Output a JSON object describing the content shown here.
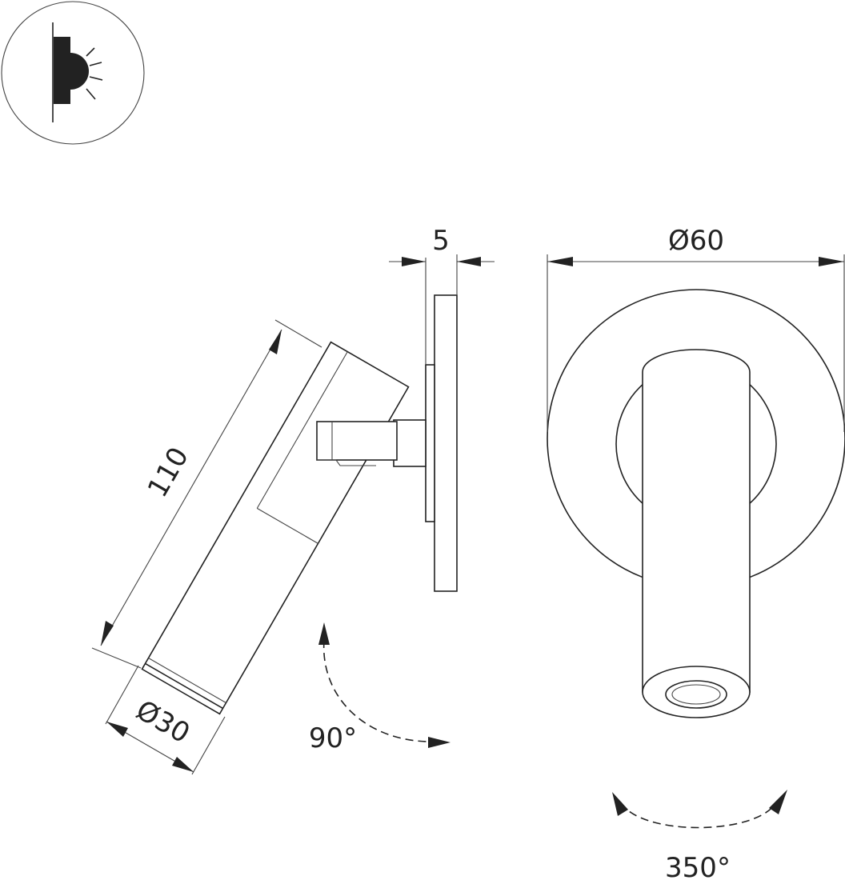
{
  "icon": {
    "name": "wall-light-direction-icon"
  },
  "dimensions": {
    "plate_thickness": "5",
    "plate_diameter": "Ø60",
    "length": "110",
    "body_diameter": "Ø30"
  },
  "rotation": {
    "tilt": "90°",
    "swivel": "350°"
  },
  "colors": {
    "line": "#222222",
    "background": "#ffffff"
  }
}
